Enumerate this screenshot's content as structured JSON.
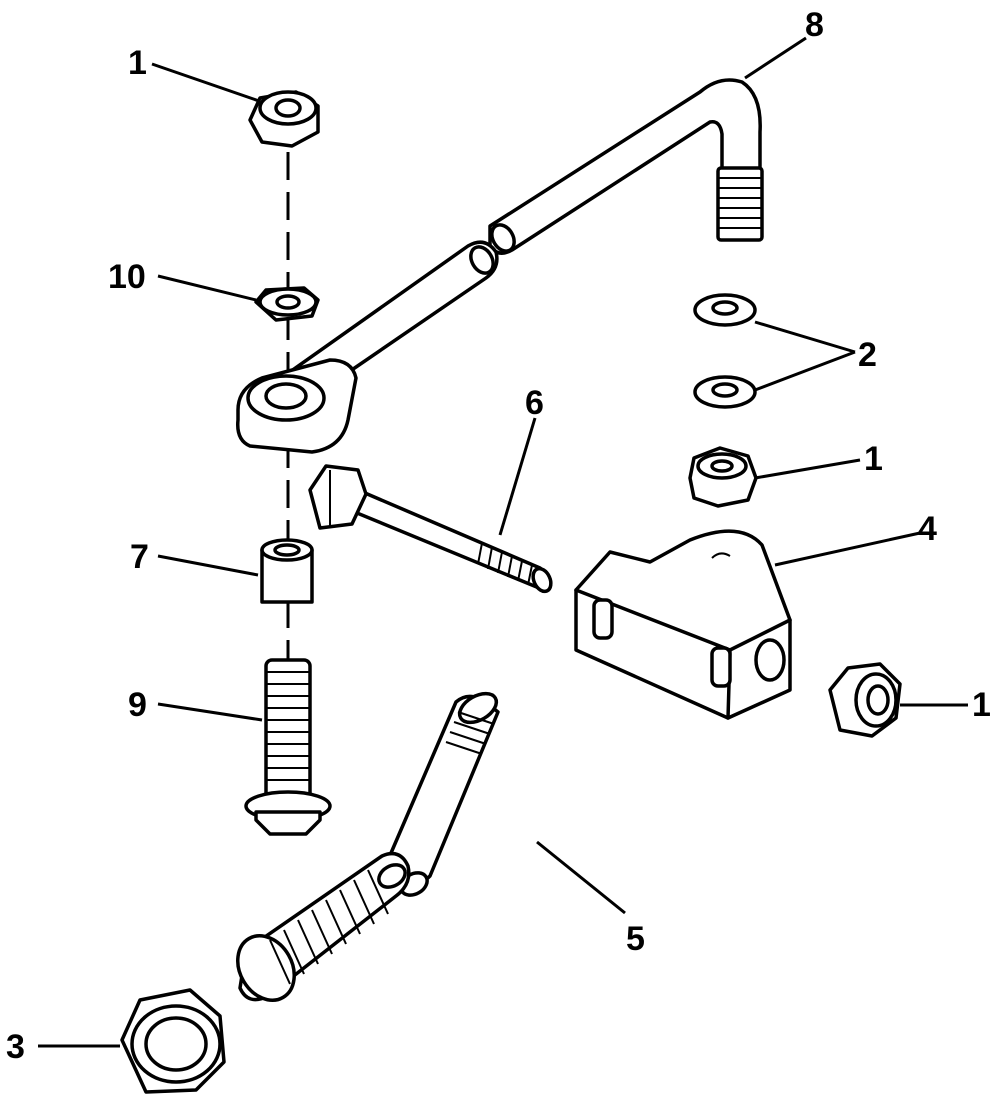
{
  "callouts": [
    {
      "id": "c1a",
      "text": "1"
    },
    {
      "id": "c8",
      "text": "8"
    },
    {
      "id": "c10",
      "text": "10"
    },
    {
      "id": "c2",
      "text": "2"
    },
    {
      "id": "c1b",
      "text": "1"
    },
    {
      "id": "c6",
      "text": "6"
    },
    {
      "id": "c4",
      "text": "4"
    },
    {
      "id": "c7",
      "text": "7"
    },
    {
      "id": "c1c",
      "text": "1"
    },
    {
      "id": "c9",
      "text": "9"
    },
    {
      "id": "c5",
      "text": "5"
    },
    {
      "id": "c3",
      "text": "3"
    }
  ]
}
